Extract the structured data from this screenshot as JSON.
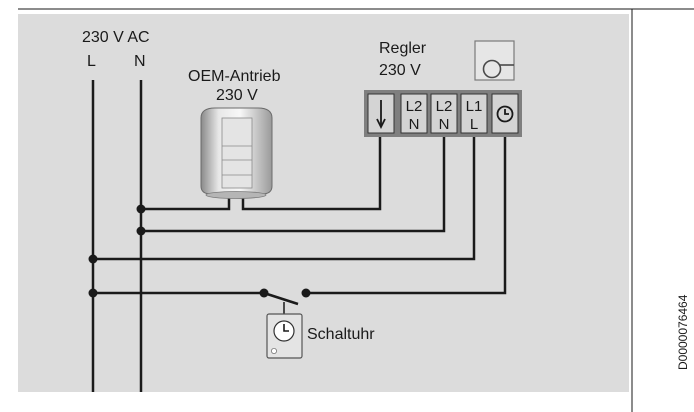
{
  "supply": {
    "voltage_label": "230 V AC",
    "phase_label": "L",
    "neutral_label": "N"
  },
  "actuator": {
    "name_label": "OEM-Antrieb",
    "voltage_label": "230 V"
  },
  "controller": {
    "name_label": "Regler",
    "voltage_label": "230 V",
    "terminals": [
      {
        "id": "output",
        "symbol": "arrow-down-icon"
      },
      {
        "id": "l2-n-a",
        "top": "L2",
        "bottom": "N"
      },
      {
        "id": "l2-n-b",
        "top": "L2",
        "bottom": "N"
      },
      {
        "id": "l1-l",
        "top": "L1",
        "bottom": "L"
      },
      {
        "id": "clock",
        "symbol": "clock-icon"
      }
    ]
  },
  "timer": {
    "name_label": "Schaltuhr"
  },
  "document_id": "D0000076464",
  "colors": {
    "panel": "#dcdcdc",
    "wire": "#1a1a1a",
    "terminal_block": "#7f7f7f",
    "terminal_cell": "#d4d4d4"
  }
}
